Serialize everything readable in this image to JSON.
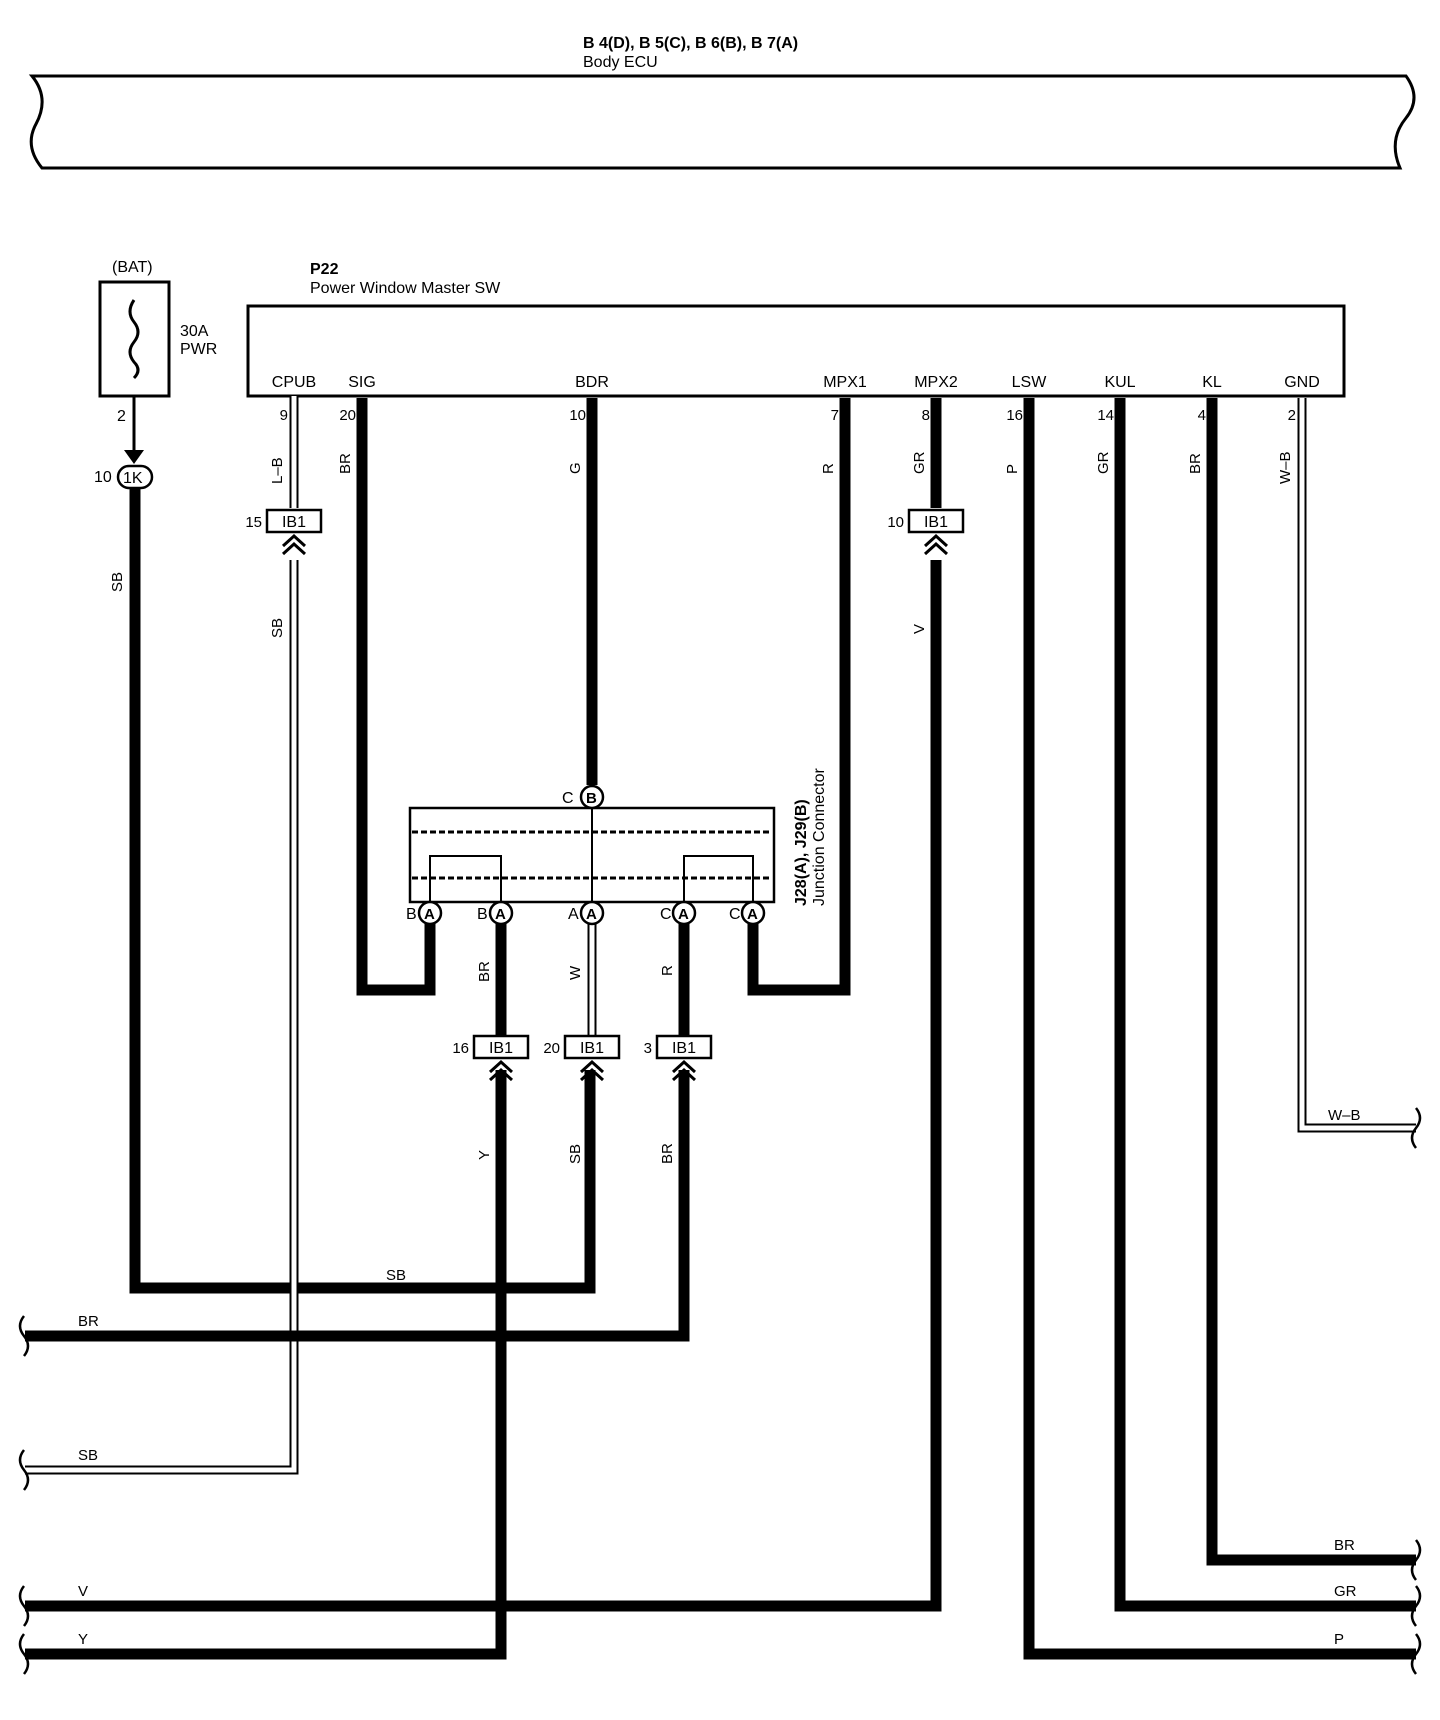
{
  "ecu": {
    "connectors": "B 4(D), B 5(C), B 6(B), B 7(A)",
    "name": "Body ECU"
  },
  "fuse": {
    "source": "(BAT)",
    "rating": "30A",
    "name": "PWR",
    "pin": "2",
    "junction_pin": "10",
    "junction": "1K"
  },
  "master_switch": {
    "code": "P22",
    "name": "Power Window Master SW",
    "terminals": [
      {
        "name": "CPUB",
        "pin": "9",
        "wire": "L–B"
      },
      {
        "name": "SIG",
        "pin": "20",
        "wire": "BR"
      },
      {
        "name": "BDR",
        "pin": "10",
        "wire": "G"
      },
      {
        "name": "MPX1",
        "pin": "7",
        "wire": "R"
      },
      {
        "name": "MPX2",
        "pin": "8",
        "wire": "GR"
      },
      {
        "name": "LSW",
        "pin": "16",
        "wire": "P"
      },
      {
        "name": "KUL",
        "pin": "14",
        "wire": "GR"
      },
      {
        "name": "KL",
        "pin": "4",
        "wire": "BR"
      },
      {
        "name": "GND",
        "pin": "2",
        "wire": "W–B"
      }
    ]
  },
  "ib1": {
    "name": "IB1",
    "pins": {
      "cpub": "15",
      "mpx2": "10",
      "br": "16",
      "w": "20",
      "r": "3"
    }
  },
  "junction_connector": {
    "label1": "J28(A), J29(B)",
    "label2": "Junction Connector",
    "top": {
      "letter": "C",
      "conn": "B"
    },
    "bottom": [
      {
        "letter": "B",
        "conn": "A"
      },
      {
        "letter": "B",
        "conn": "A"
      },
      {
        "letter": "A",
        "conn": "A"
      },
      {
        "letter": "C",
        "conn": "A"
      },
      {
        "letter": "C",
        "conn": "A"
      }
    ]
  },
  "wire_labels": {
    "fuse_down": "SB",
    "cpub_below_ib1": "SB",
    "mpx2_below_ib1": "V",
    "jc_br": "BR",
    "jc_w": "W",
    "jc_r": "R",
    "below_ib1_y": "Y",
    "below_ib1_sb": "SB",
    "below_ib1_br": "BR",
    "horizontal_sb": "SB",
    "gnd_out": "W–B"
  },
  "left_outputs": [
    "BR",
    "SB",
    "V",
    "Y"
  ],
  "right_outputs": [
    "BR",
    "GR",
    "P"
  ]
}
